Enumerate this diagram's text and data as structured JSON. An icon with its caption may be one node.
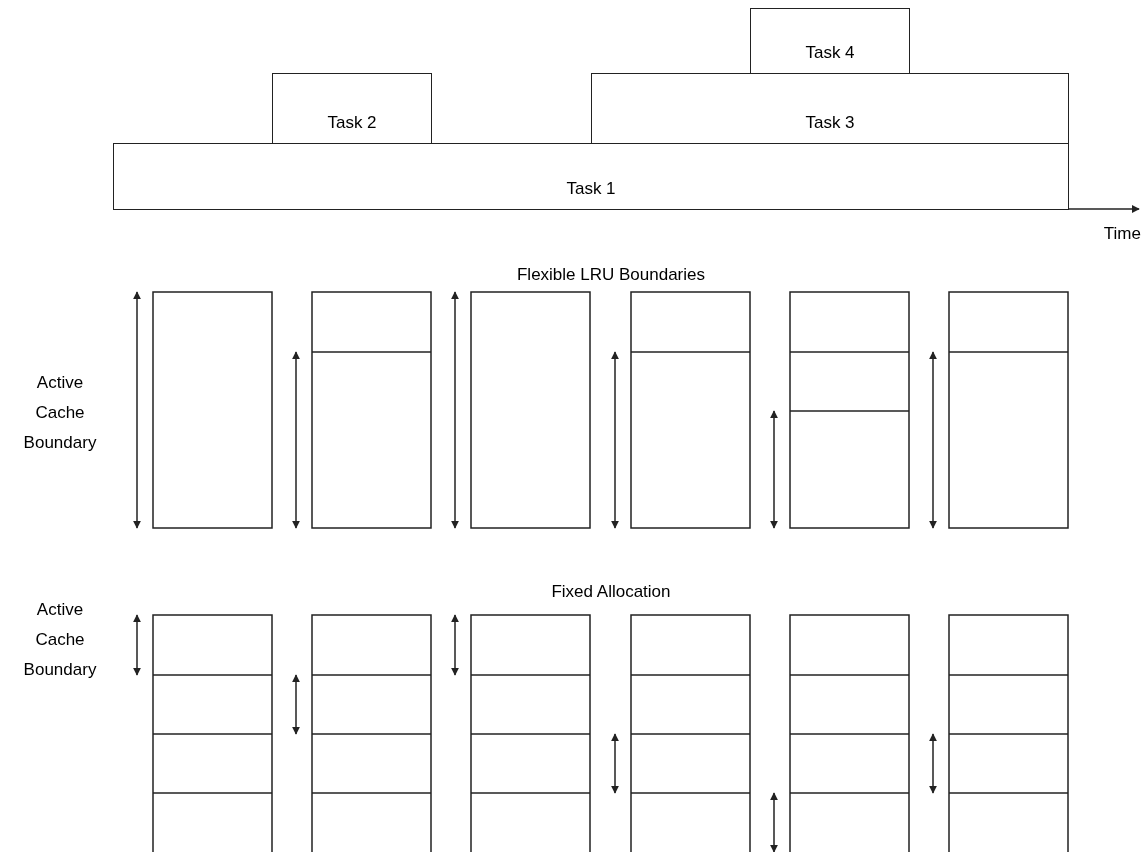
{
  "diagram": {
    "nodes": [
      {
        "text": [
          "Task 4"
        ]
      },
      {
        "text": [
          "Task 2"
        ]
      },
      {
        "text": [
          "Task 3"
        ]
      },
      {
        "text": [
          "Task 1"
        ]
      }
    ],
    "labels": [
      "Time",
      "Flexible LRU Boundaries",
      "Active Cache Boundary",
      "Fixed Allocation",
      "Active Cache Boundary"
    ]
  }
}
